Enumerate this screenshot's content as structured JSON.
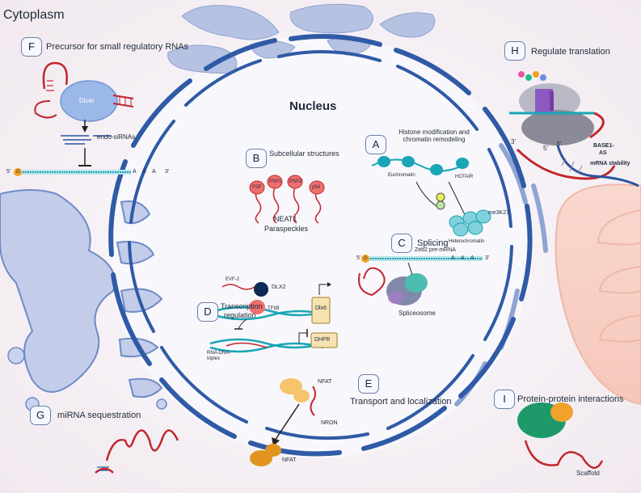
{
  "cytoplasm_title": "Cytoplasm",
  "nucleus_title": "Nucleus",
  "panels": {
    "A": {
      "letter": "A",
      "title": "Histone modification and chromatin remodeling",
      "euchromatin": "Euchromatin",
      "hotair": "HOTAIR",
      "me3k27": "me3K27",
      "heterochromatin": "Heterochromatin"
    },
    "B": {
      "letter": "B",
      "title": "Subcellular structures",
      "proteins": [
        "PSF",
        "PSP1",
        "PSP2",
        "p54"
      ],
      "neat1": "NEAT1",
      "paraspeckles": "Paraspeckles"
    },
    "C": {
      "letter": "C",
      "title": "Splicing",
      "five": "5'",
      "cap": "G",
      "pre_mrna": "Zeb2 pre-mRNA",
      "poly_a": [
        "A",
        "A",
        "A"
      ],
      "three": "3'",
      "spliceosome": "Spliceosome"
    },
    "D": {
      "letter": "D",
      "title_line1": "Transcription",
      "title_line2": "regulation",
      "evf2": "EVF-2",
      "dlx2": "DLX2",
      "tfiib": "TFIIB",
      "dlx6": "Dlx6",
      "triplex_line1": "RNA-DNA-",
      "triplex_line2": "triplex",
      "dhfr": "DHFR"
    },
    "E": {
      "letter": "E",
      "title": "Transport and localization",
      "nfat_top": "NFAT",
      "nron": "NRON",
      "nfat_bottom": "NFAT"
    },
    "F": {
      "letter": "F",
      "title": "Precursor for small regulatory RNAs",
      "dicer": "Dicer",
      "endo_sirnas": "endo-siRNAs",
      "five": "5'",
      "cap": "G",
      "poly_a": [
        "A",
        "A",
        "A"
      ],
      "three": "3'"
    },
    "G": {
      "letter": "G",
      "title": "miRNA sequestration"
    },
    "H": {
      "letter": "H",
      "title": "Regulate translation",
      "three_left": "3'",
      "five": "5'",
      "three_right": "3'",
      "base1_line1": "BASE1-",
      "base1_line2": "AS",
      "mrna_stability": "mRNA stability"
    },
    "I": {
      "letter": "I",
      "title": "Protein-protein interactions",
      "scaffold": "Scaffold"
    }
  },
  "colors": {
    "nuclear_envelope": "#2f5aa6",
    "rna": "#c0272d",
    "dna_teal": "#1aa6b7",
    "background": "#f4f0f5",
    "nucleus_fill": "#f6f4fa",
    "er": "#b5c2e2"
  }
}
